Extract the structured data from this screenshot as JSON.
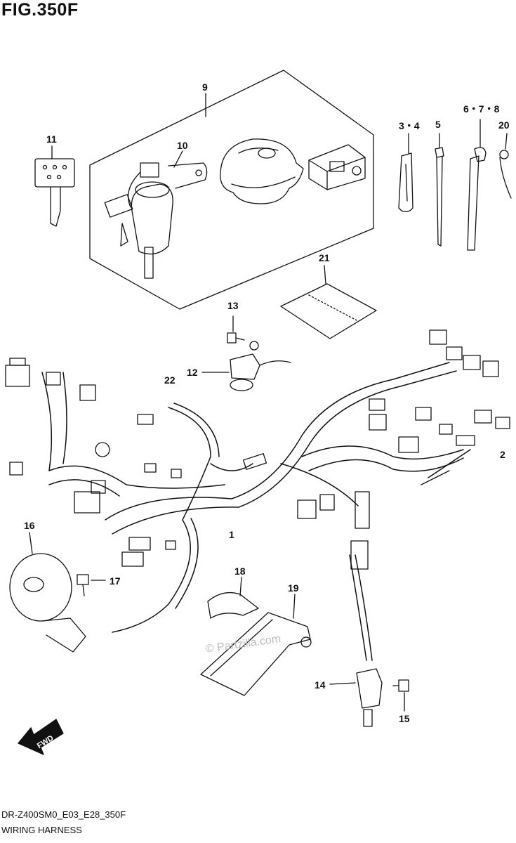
{
  "figure": {
    "title": "FIG.350F",
    "code": "DR-Z400SM0_E03_E28_350F",
    "name": "WIRING HARNESS",
    "watermark": "© Partzilla.com",
    "direction_label": "FWD"
  },
  "callouts": {
    "c1": "1",
    "c2": "2",
    "c3_4": "3・4",
    "c5": "5",
    "c6_8": "6・7・8",
    "c9": "9",
    "c10": "10",
    "c11": "11",
    "c12": "12",
    "c13": "13",
    "c14": "14",
    "c15": "15",
    "c16": "16",
    "c17": "17",
    "c18": "18",
    "c19": "19",
    "c20": "20",
    "c21": "21",
    "c22": "22"
  }
}
